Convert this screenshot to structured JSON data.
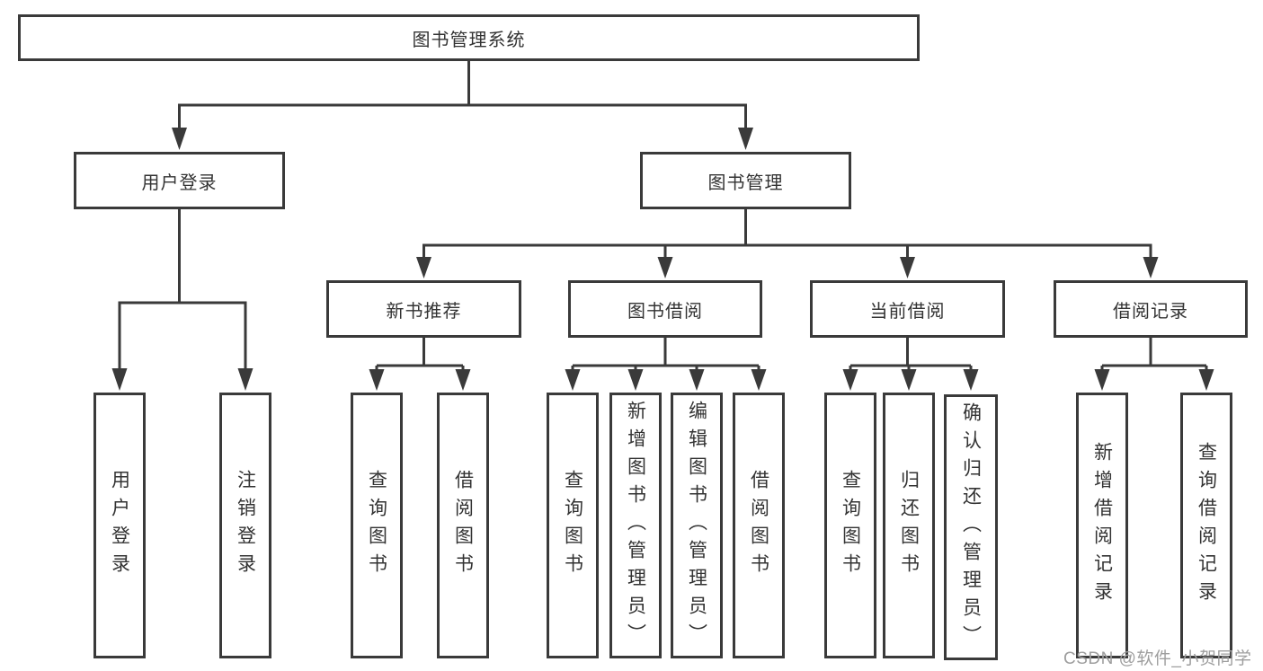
{
  "title": "图书管理系统",
  "branches": [
    {
      "label": "用户登录",
      "leaves": [
        "用户登录",
        "注销登录"
      ]
    },
    {
      "label": "图书管理",
      "subbranches": [
        {
          "label": "新书推荐",
          "leaves": [
            "查询图书",
            "借阅图书"
          ]
        },
        {
          "label": "图书借阅",
          "leaves": [
            "查询图书",
            "新增图书（管理员）",
            "编辑图书（管理员）",
            "借阅图书"
          ]
        },
        {
          "label": "当前借阅",
          "leaves": [
            "查询图书",
            "归还图书",
            "确认归还（管理员）"
          ]
        },
        {
          "label": "借阅记录",
          "leaves": [
            "新增借阅记录",
            "查询借阅记录"
          ]
        }
      ]
    }
  ],
  "watermark": "CSDN @软件_小贺同学",
  "colors": {
    "line": "#3a3a3a",
    "text": "#333333",
    "watermark": "#9e9e9e",
    "background": "#ffffff"
  }
}
